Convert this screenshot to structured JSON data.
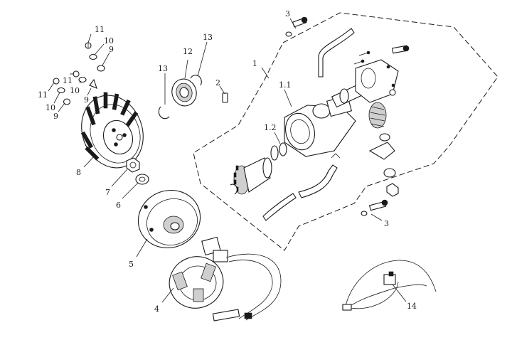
{
  "diagram": {
    "callouts": [
      {
        "id": "c1",
        "label": "1"
      },
      {
        "id": "c1-1",
        "label": "1.1"
      },
      {
        "id": "c1-2",
        "label": "1.2"
      },
      {
        "id": "c2",
        "label": "2"
      },
      {
        "id": "c3a",
        "label": "3"
      },
      {
        "id": "c3b",
        "label": "3"
      },
      {
        "id": "c4",
        "label": "4"
      },
      {
        "id": "c5",
        "label": "5"
      },
      {
        "id": "c6",
        "label": "6"
      },
      {
        "id": "c7",
        "label": "7"
      },
      {
        "id": "c8",
        "label": "8"
      },
      {
        "id": "c9a",
        "label": "9"
      },
      {
        "id": "c9b",
        "label": "9"
      },
      {
        "id": "c9c",
        "label": "9"
      },
      {
        "id": "c10a",
        "label": "10"
      },
      {
        "id": "c10b",
        "label": "10"
      },
      {
        "id": "c10c",
        "label": "10"
      },
      {
        "id": "c11a",
        "label": "11"
      },
      {
        "id": "c11b",
        "label": "11"
      },
      {
        "id": "c11c",
        "label": "11"
      },
      {
        "id": "c12",
        "label": "12"
      },
      {
        "id": "c13a",
        "label": "13"
      },
      {
        "id": "c13b",
        "label": "13"
      },
      {
        "id": "c14",
        "label": "14"
      }
    ]
  }
}
